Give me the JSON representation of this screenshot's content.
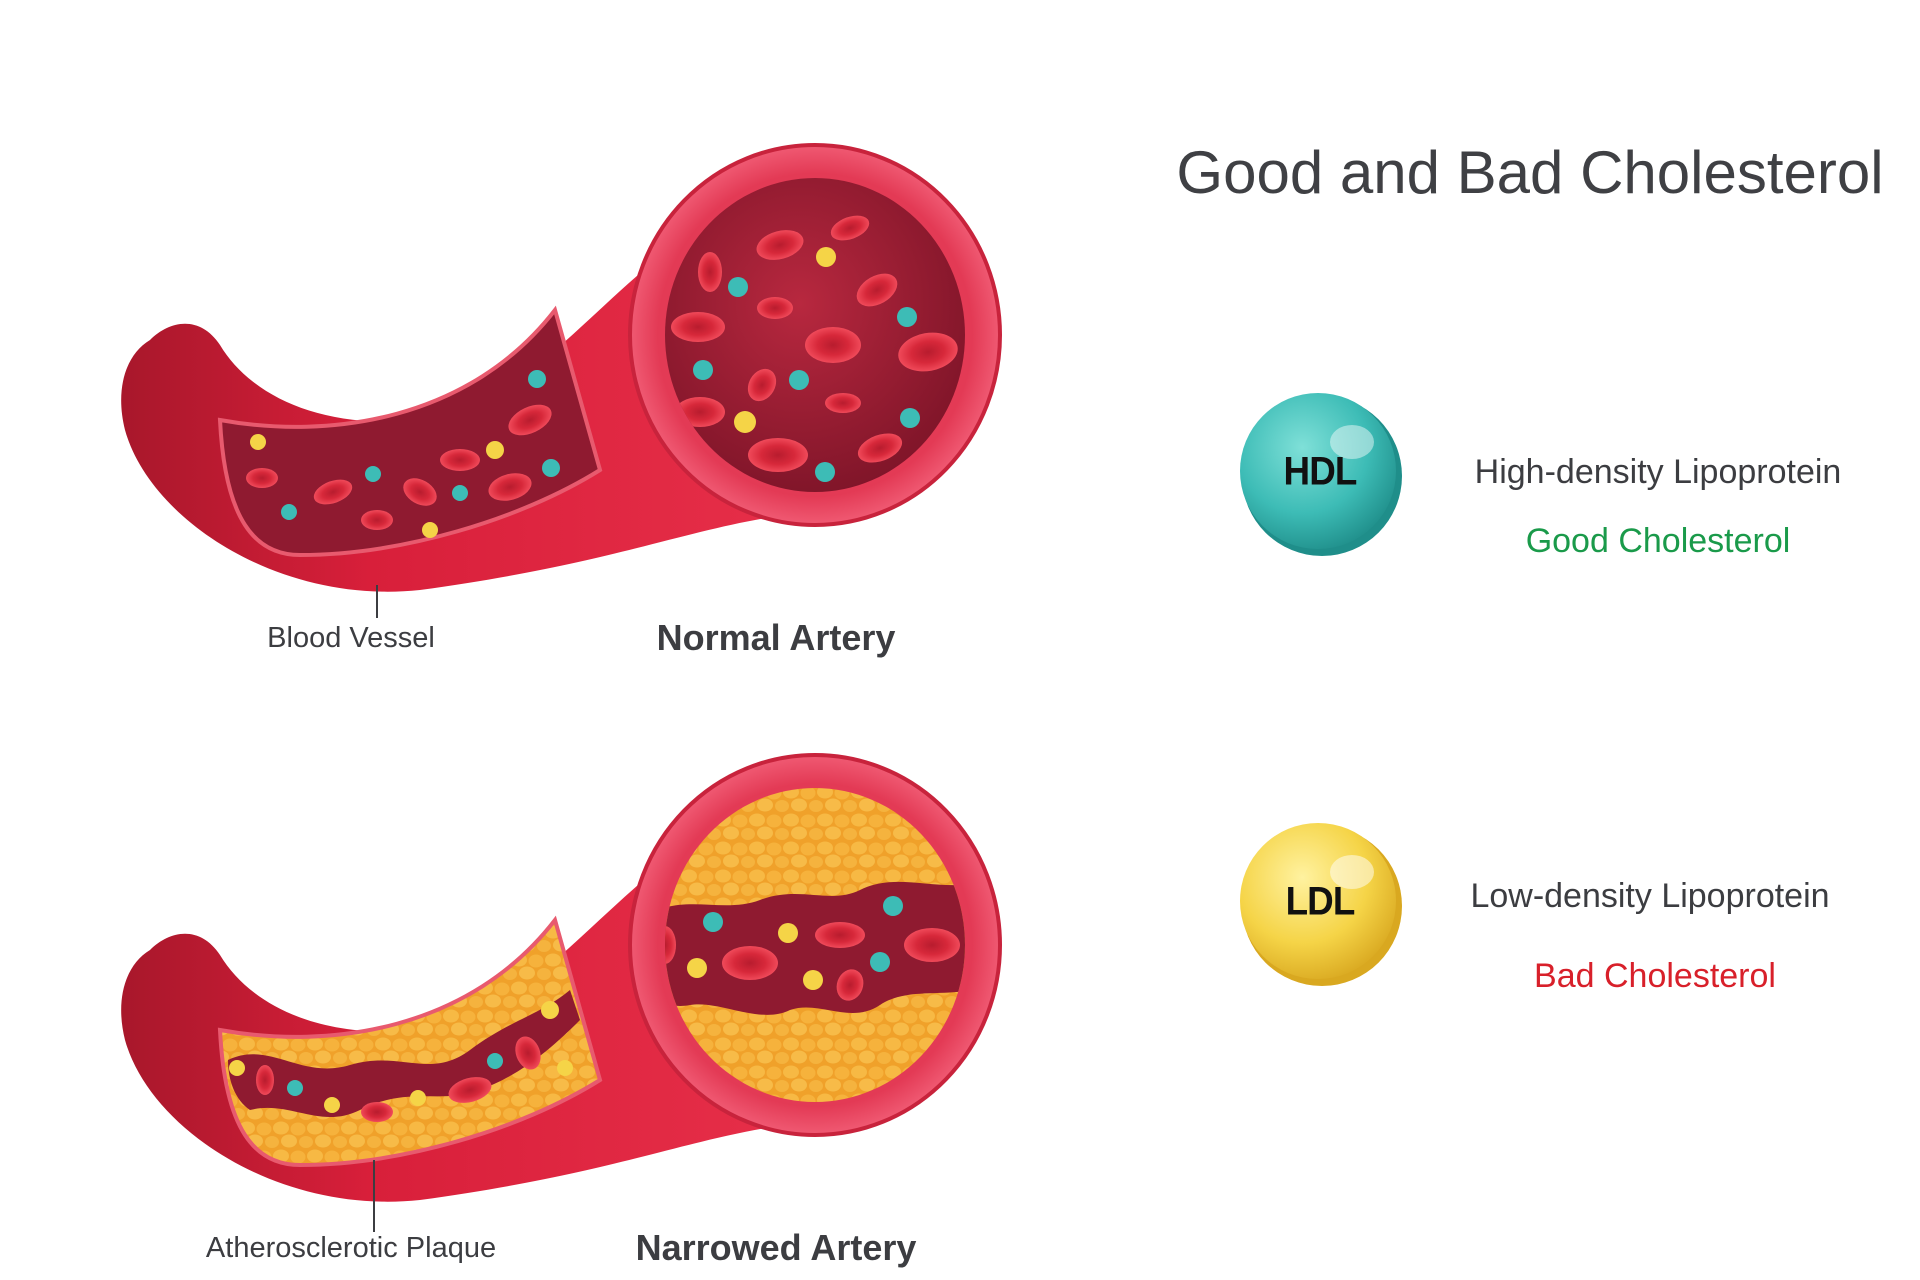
{
  "title": "Good and Bad Cholesterol",
  "arteries": {
    "normal": {
      "label": "Normal Artery",
      "pointer_label": "Blood Vessel"
    },
    "narrowed": {
      "label": "Narrowed Artery",
      "pointer_label": "Atherosclerotic Plaque"
    }
  },
  "legend": {
    "hdl": {
      "badge": "HDL",
      "name": "High-density Lipoprotein",
      "type": "Good Cholesterol",
      "type_color": "#1a9a4a",
      "sphere_color": "#3dbcb6"
    },
    "ldl": {
      "badge": "LDL",
      "name": "Low-density Lipoprotein",
      "type": "Bad Cholesterol",
      "type_color": "#d8202a",
      "sphere_color": "#f5d447"
    }
  },
  "colors": {
    "vessel": "#d81f3a",
    "vessel_dark": "#9e1526",
    "lumen": "#8e1a30",
    "plaque": "#f2a62a",
    "red_cell": "#e02a3a"
  }
}
